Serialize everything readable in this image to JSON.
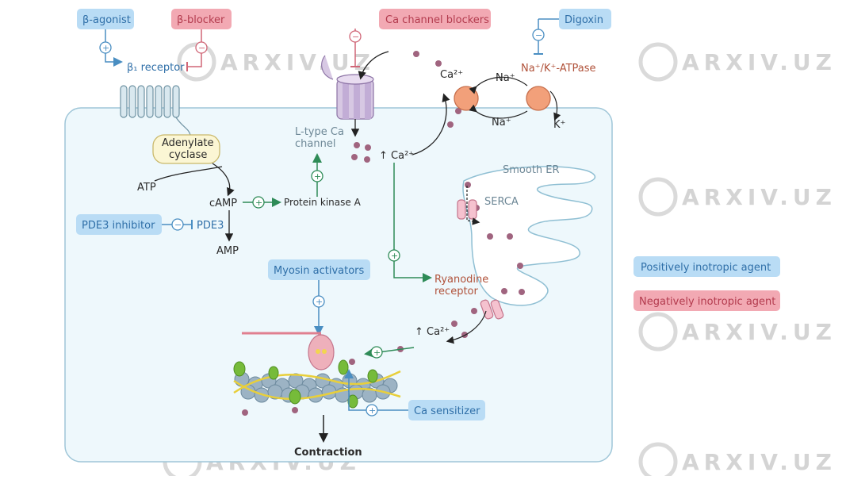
{
  "labels": {
    "beta_agonist": "β-agonist",
    "beta_blocker": "β-blocker",
    "ca_channel_blockers": "Ca channel blockers",
    "digoxin": "Digoxin",
    "beta1_receptor": "β₁ receptor",
    "adenylate_cyclase_1": "Adenylate",
    "adenylate_cyclase_2": "cyclase",
    "atp": "ATP",
    "camp": "cAMP",
    "protein_kinase_a": "Protein kinase A",
    "pde3_inhibitor": "PDE3 inhibitor",
    "pde3": "PDE3",
    "amp": "AMP",
    "l_type_1": "L-type Ca",
    "l_type_2": "channel",
    "ca_up_1": "↑ Ca²⁺",
    "ca_ext": "Ca²⁺",
    "na_top": "Na⁺",
    "na_bottom": "Na⁺",
    "k": "K⁺",
    "na_k_atpase": "Na⁺/K⁺-ATPase",
    "smooth_er": "Smooth ER",
    "serca": "SERCA",
    "ryanodine_1": "Ryanodine",
    "ryanodine_2": "receptor",
    "ca_up_2": "↑ Ca²⁺",
    "myosin_activators": "Myosin activators",
    "ca_sensitizer": "Ca sensitizer",
    "contraction": "Contraction",
    "legend_positive": "Positively inotropic agent",
    "legend_negative": "Negatively inotropic agent",
    "plus": "+",
    "minus": "−",
    "watermark": "ARXIV.UZ"
  },
  "colors": {
    "positive": "#b9dcf5",
    "negative": "#f2a9b3",
    "cell": "#eef8fc",
    "calcium_dot": "#a0647f",
    "activation_arrow": "#2e8b57"
  }
}
